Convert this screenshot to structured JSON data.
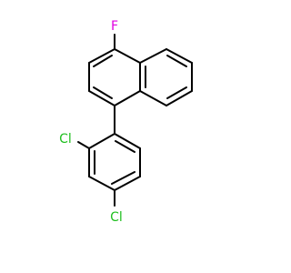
{
  "molecule": {
    "atoms": {
      "fluorine": {
        "label": "F",
        "color": "#e000e0"
      },
      "chlorine_ortho": {
        "label": "Cl",
        "color": "#1fbf1f"
      },
      "chlorine_para": {
        "label": "Cl",
        "color": "#1fbf1f"
      }
    }
  }
}
